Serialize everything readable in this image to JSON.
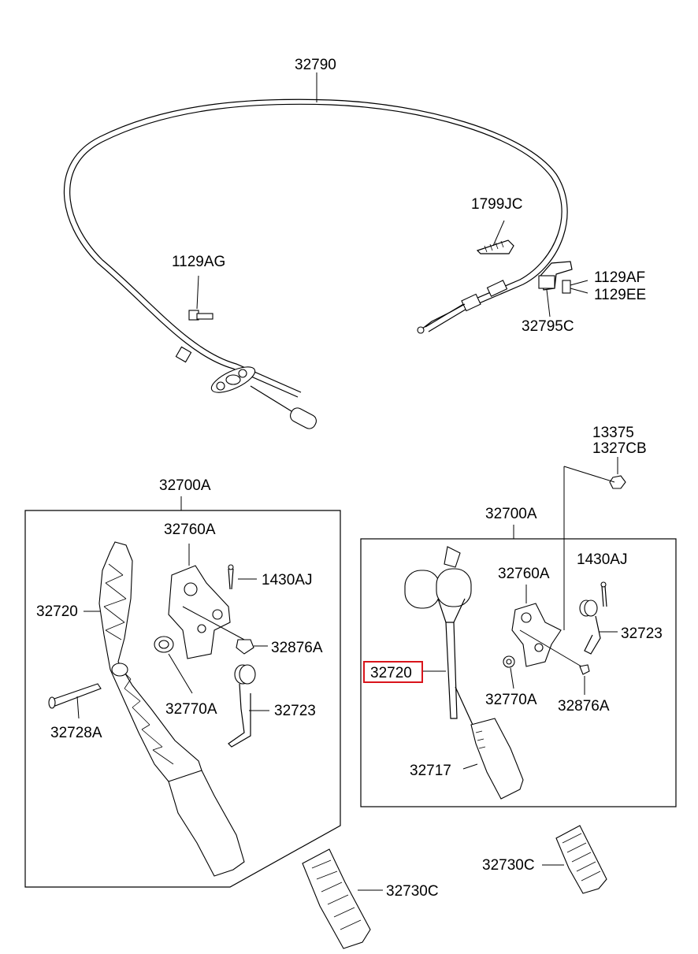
{
  "labels": {
    "cable_assy": "32790",
    "bracket_clip": "1799JC",
    "bolt_left": "1129AG",
    "bolt_right_1": "1129AF",
    "bolt_right_2": "1129EE",
    "cable_bracket": "32795C",
    "nut_1": "13375",
    "nut_2": "1327CB",
    "pedal_assy_left": "32700A",
    "pedal_assy_right": "32700A",
    "bracket_left": "32760A",
    "bracket_right": "32760A",
    "arm_left": "32720",
    "arm_right": "32720",
    "pin_left": "1430AJ",
    "pin_right": "1430AJ",
    "stopper_left": "32876A",
    "stopper_right": "32876A",
    "bushing_left": "32770A",
    "bushing_right": "32770A",
    "spring_left": "32723",
    "spring_right": "32723",
    "shaft_left": "32728A",
    "pad_right": "32717",
    "cover_left": "32730C",
    "cover_right": "32730C"
  },
  "highlight": {
    "color": "#d9141b"
  }
}
